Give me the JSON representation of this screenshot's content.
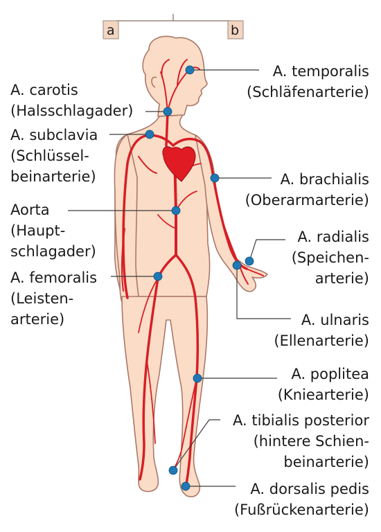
{
  "brackets": {
    "left": "a",
    "right": "b"
  },
  "colors": {
    "skin": "#fbdcc6",
    "outline": "#a9786a",
    "artery": "#d61f26",
    "heart": "#e01b24",
    "point": "#1f78b4",
    "bracket_fill": "#f3d6c2",
    "bracket_stroke": "#9a8478"
  },
  "labels": {
    "temporalis": {
      "l1": "A. temporalis",
      "l2": "(Schläfenarterie)"
    },
    "carotis": {
      "l1": "A. carotis",
      "l2": "(Halsschlagader)"
    },
    "subclavia": {
      "l1": "A. subclavia",
      "l2": "(Schlüssel-",
      "l3": "beinarterie)"
    },
    "brachialis": {
      "l1": "A. brachialis",
      "l2": "(Oberarmarterie)"
    },
    "aorta": {
      "l1": "Aorta",
      "l2": "(Haupt-",
      "l3": "schlagader)"
    },
    "radialis": {
      "l1": "A. radialis",
      "l2": "(Speichen-",
      "l3": "arterie)"
    },
    "femoralis": {
      "l1": "A. femoralis",
      "l2": "(Leisten-",
      "l3": "arterie)"
    },
    "ulnaris": {
      "l1": "A. ulnaris",
      "l2": "(Ellenarterie)"
    },
    "poplitea": {
      "l1": "A. poplitea",
      "l2": "(Kniearterie)"
    },
    "tibialis": {
      "l1": "A. tibialis posterior",
      "l2": "(hintere Schien-",
      "l3": "beinarterie)"
    },
    "dorsalis": {
      "l1": "A. dorsalis pedis",
      "l2": "(Fußrückenarterie)"
    }
  }
}
